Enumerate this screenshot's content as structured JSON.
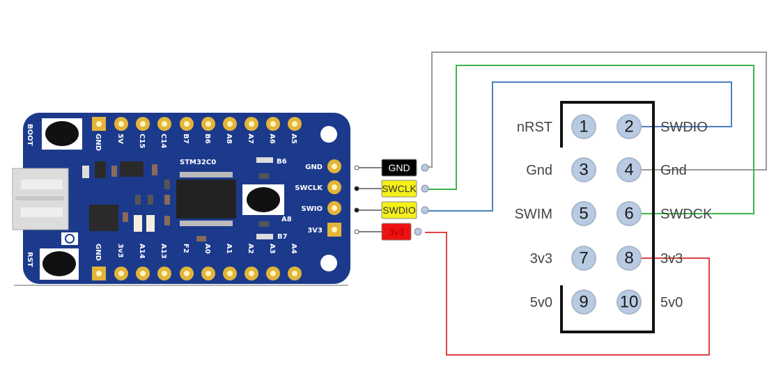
{
  "board": {
    "chip_label": "STM32C0",
    "buttons": {
      "boot": "BOOT",
      "reset": "RST"
    },
    "top_pins": [
      "GND",
      "5V",
      "C15",
      "C14",
      "B7",
      "B6",
      "A8",
      "A7",
      "A6",
      "A5"
    ],
    "bottom_pins": [
      "GND",
      "3v3",
      "A14",
      "A13",
      "F2",
      "A0",
      "A1",
      "A2",
      "A3",
      "A4"
    ],
    "side_pins": [
      "GND",
      "SWCLK",
      "SWIO",
      "3V3"
    ],
    "led_labels": {
      "b6": "B6",
      "a8": "A8",
      "b7": "B7"
    },
    "color": "#1c3a8c",
    "pad_color": "#e2b53a"
  },
  "wire_tags": [
    {
      "label": "GND",
      "bg": "#000000",
      "fg": "#ffffff",
      "wire": "#9a9a9a",
      "to_pin": 4
    },
    {
      "label": "SWCLK",
      "bg": "#f5ef1a",
      "fg": "#333333",
      "wire": "#3cb54a",
      "to_pin": 6
    },
    {
      "label": "SWDIO",
      "bg": "#f5ef1a",
      "fg": "#333333",
      "wire": "#4a7fc0",
      "to_pin": 2
    },
    {
      "label": "3v3",
      "bg": "#ee1111",
      "fg": "#b00000",
      "wire": "#e04040",
      "to_pin": 8
    }
  ],
  "header": {
    "pins": [
      "1",
      "2",
      "3",
      "4",
      "5",
      "6",
      "7",
      "8",
      "9",
      "10"
    ],
    "left_labels": [
      "nRST",
      "Gnd",
      "SWIM",
      "3v3",
      "5v0"
    ],
    "right_labels": [
      "SWDIO",
      "Gnd",
      "SWDCK",
      "3v3",
      "5v0"
    ],
    "pin_fill": "#b8cbe2"
  }
}
